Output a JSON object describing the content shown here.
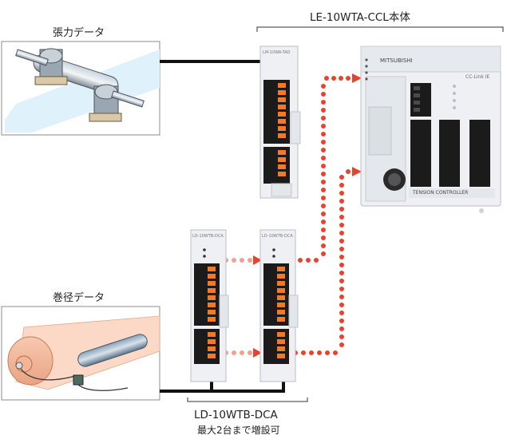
{
  "labels": {
    "tension_data": "張力データ",
    "main_unit": "LE-10WTA-CCL本体",
    "winding_data": "巻径データ",
    "expansion_model": "LD-10WTB-DCA",
    "expansion_note": "最大2台まで増設可"
  },
  "device_text": {
    "tension_module_label": "LM-10WA-TAD",
    "expansion_module_label": "LD-10WTB-DCA",
    "brand": "MITSUBISHI",
    "panel_label": "TENSION CONTROLLER",
    "cc_link_logo": "CC-Link IE"
  },
  "colors": {
    "cable": "#111111",
    "signal_dots": "#e8432e",
    "signal_dots_faded": "#f2a090",
    "terminal_orange": "#f07a2a",
    "terminal_black": "#1b1b1b",
    "panel_bg_tension": "#dff1fb",
    "panel_bg_winding": "#fbe8df",
    "unit_body": "#eef0f3"
  }
}
